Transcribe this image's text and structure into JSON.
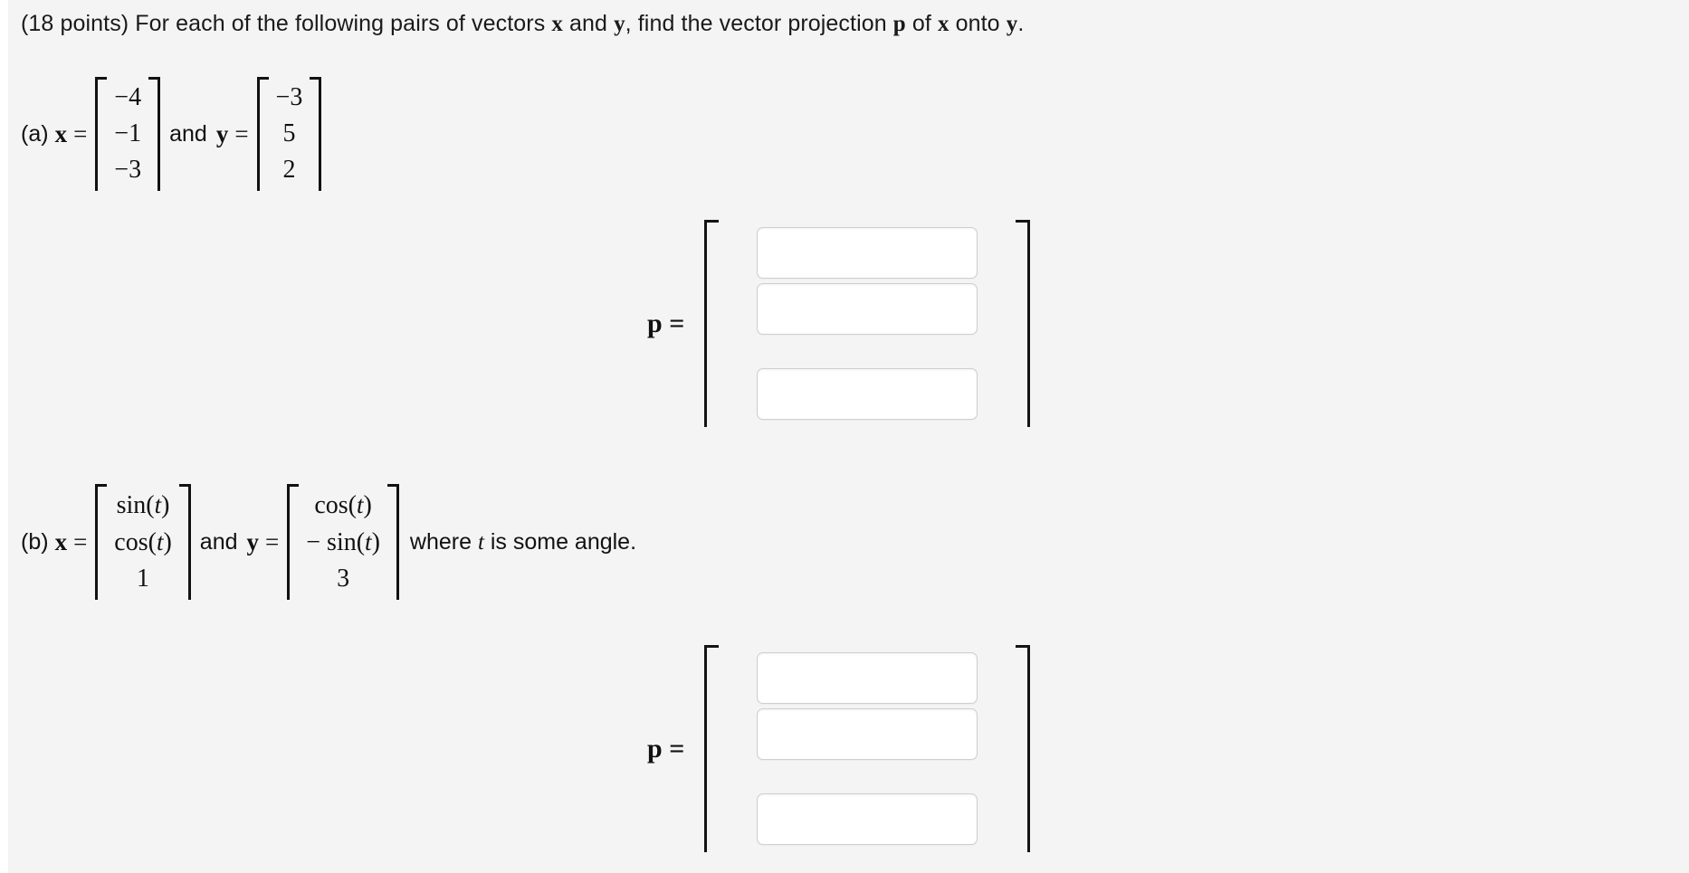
{
  "prompt": {
    "lead": "(18 points) For each of the following pairs of vectors",
    "var_x": "x",
    "conj": "and",
    "var_y": "y",
    "mid": ", find the vector projection",
    "var_p": "p",
    "of": "of",
    "var_x2": "x",
    "onto": "onto",
    "var_y2": "y",
    "period": "."
  },
  "parts": [
    {
      "id": "a",
      "label": "(a)",
      "x_name": "x",
      "equals": "=",
      "x_values": [
        "−4",
        "−1",
        "−3"
      ],
      "join": "and",
      "y_name": "y",
      "y_values": [
        "−3",
        "5",
        "2"
      ],
      "tail": "",
      "answer": {
        "label_var": "p",
        "label_eq": "=",
        "fields": [
          {
            "value": "",
            "placeholder": ""
          },
          {
            "value": "",
            "placeholder": ""
          },
          {
            "value": "",
            "placeholder": ""
          }
        ]
      }
    },
    {
      "id": "b",
      "label": "(b)",
      "x_name": "x",
      "equals": "=",
      "x_values": [
        "sin(t)",
        "cos(t)",
        "1"
      ],
      "join": "and",
      "y_name": "y",
      "y_values": [
        "cos(t)",
        "− sin(t)",
        "3"
      ],
      "tail": "where t is some angle.",
      "answer": {
        "label_var": "p",
        "label_eq": "=",
        "fields": [
          {
            "value": "",
            "placeholder": ""
          },
          {
            "value": "",
            "placeholder": ""
          },
          {
            "value": "",
            "placeholder": ""
          }
        ]
      }
    }
  ],
  "colors": {
    "page_background": "#f4f4f4",
    "text": "#111111",
    "field_background": "#ffffff",
    "field_border": "#cfcfcf",
    "bracket": "#141414"
  }
}
